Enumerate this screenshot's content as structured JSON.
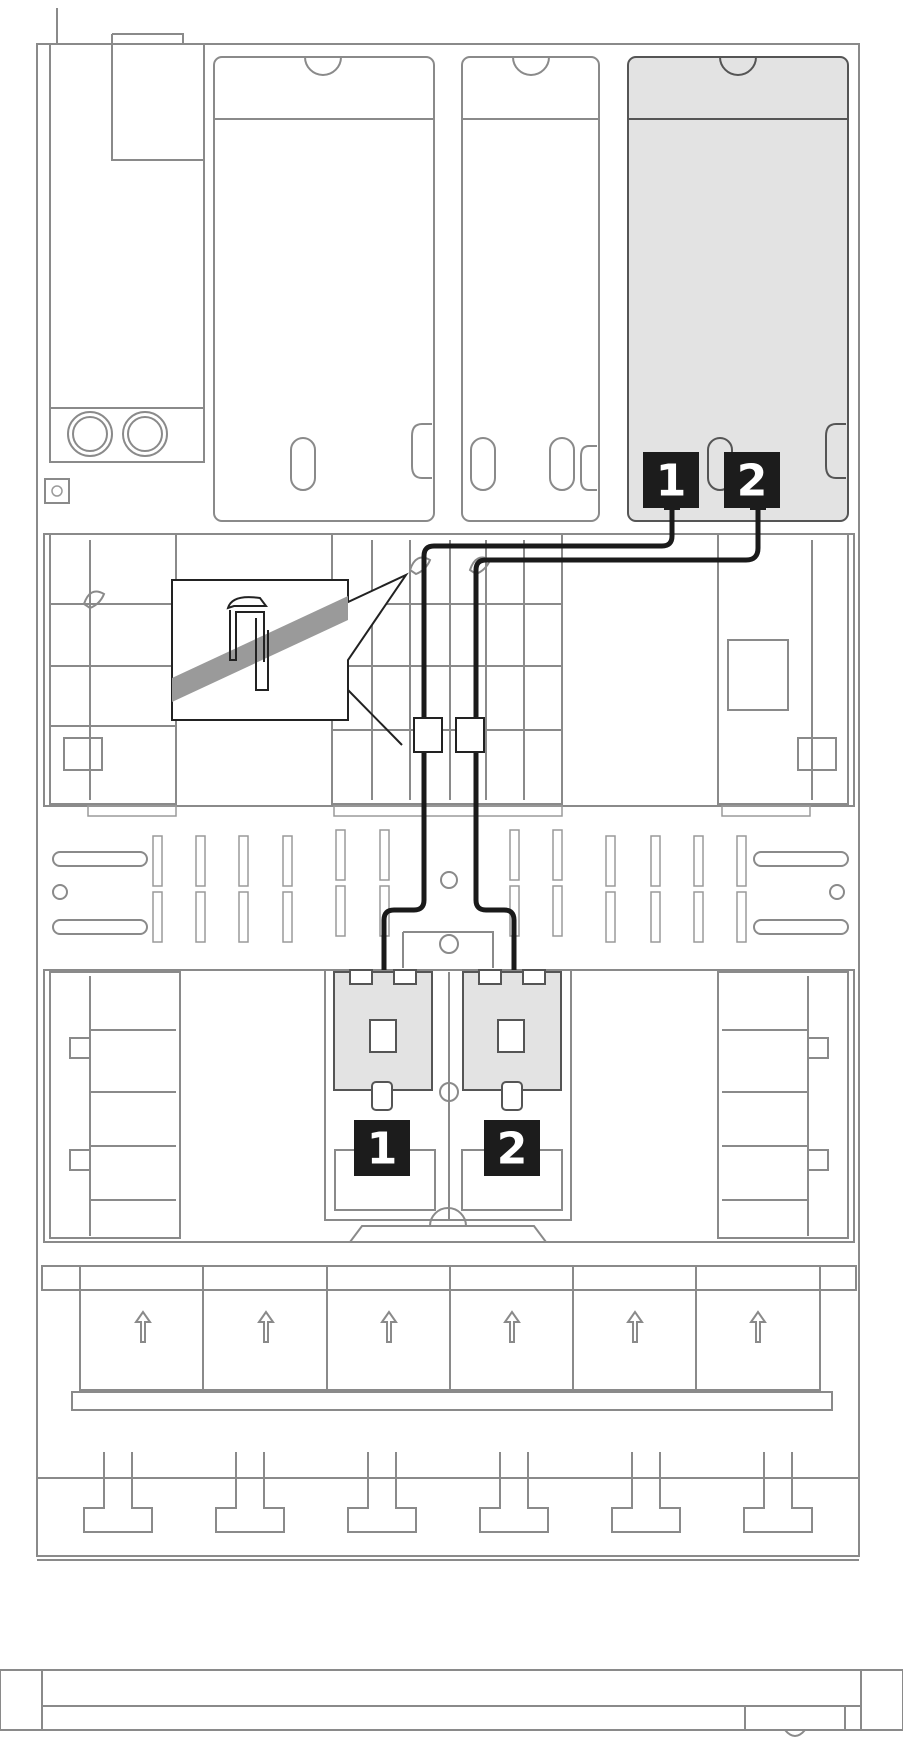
{
  "figure": {
    "type": "server-cable-routing-diagram",
    "view": "top-down",
    "cable_routes": [
      {
        "from_label": "1",
        "to_label": "1"
      },
      {
        "from_label": "2",
        "to_label": "2"
      }
    ]
  },
  "callouts": {
    "adapter_port_1": "1",
    "adapter_port_2": "2",
    "connector_1": "1",
    "connector_2": "2"
  },
  "colors": {
    "cable": "#1a1a1a",
    "callout_background": "#1c1c1c",
    "highlighted_riser": "#e3e3e3",
    "outline": "#8a8a8a"
  },
  "icons": [
    "cable-clip-icon",
    "airflow-arrow-icon",
    "screw-icon"
  ]
}
